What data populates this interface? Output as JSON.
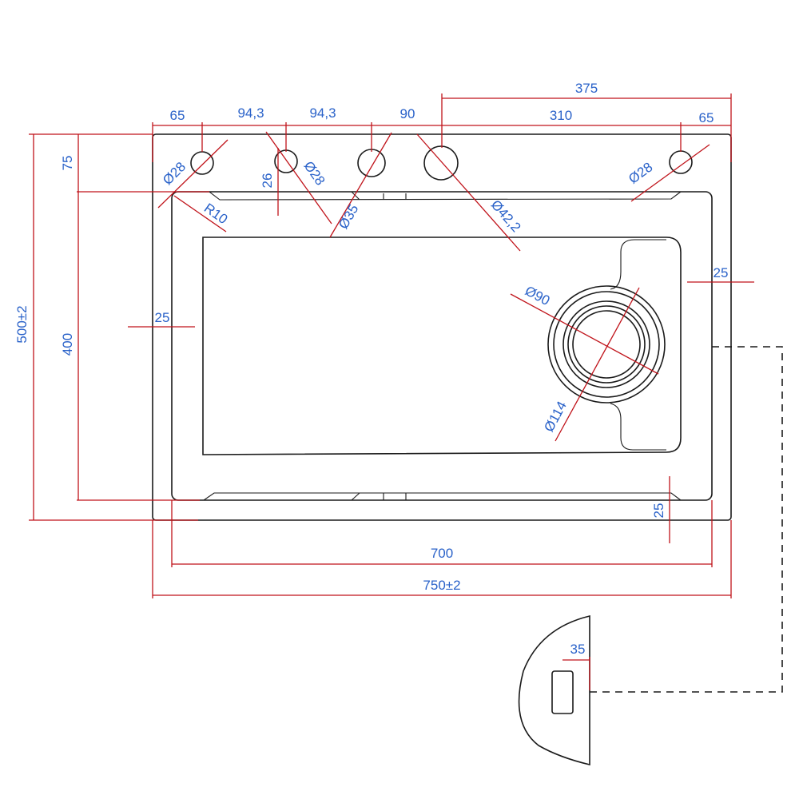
{
  "colors": {
    "dimension_line": "#c0131a",
    "dimension_text": "#2a62c9",
    "outline": "#1a1a1a",
    "background": "#ffffff"
  },
  "dimensions": {
    "hole_edge_offset_left": "65",
    "hole_spacing_1": "94,3",
    "hole_spacing_2": "94,3",
    "hole_spacing_3": "90",
    "total_to_main_hole": "375",
    "main_to_right_hole": "310",
    "hole_edge_offset_right": "65",
    "hole_row_depth": "75",
    "hole_to_rim": "26",
    "hole_dia_left": "Ø28",
    "hole_dia_2": "Ø28",
    "hole_dia_3": "Ø35",
    "hole_dia_main": "Ø42,2",
    "hole_dia_right": "Ø28",
    "corner_radius": "R10",
    "rim_right": "25",
    "rim_left": "25",
    "drain_inner_dia": "Ø90",
    "drain_outer_dia": "Ø114",
    "overall_depth": "500±2",
    "basin_depth": "400",
    "rim_bottom": "25",
    "inner_width": "700",
    "overall_width": "750±2",
    "overflow_width": "35"
  }
}
